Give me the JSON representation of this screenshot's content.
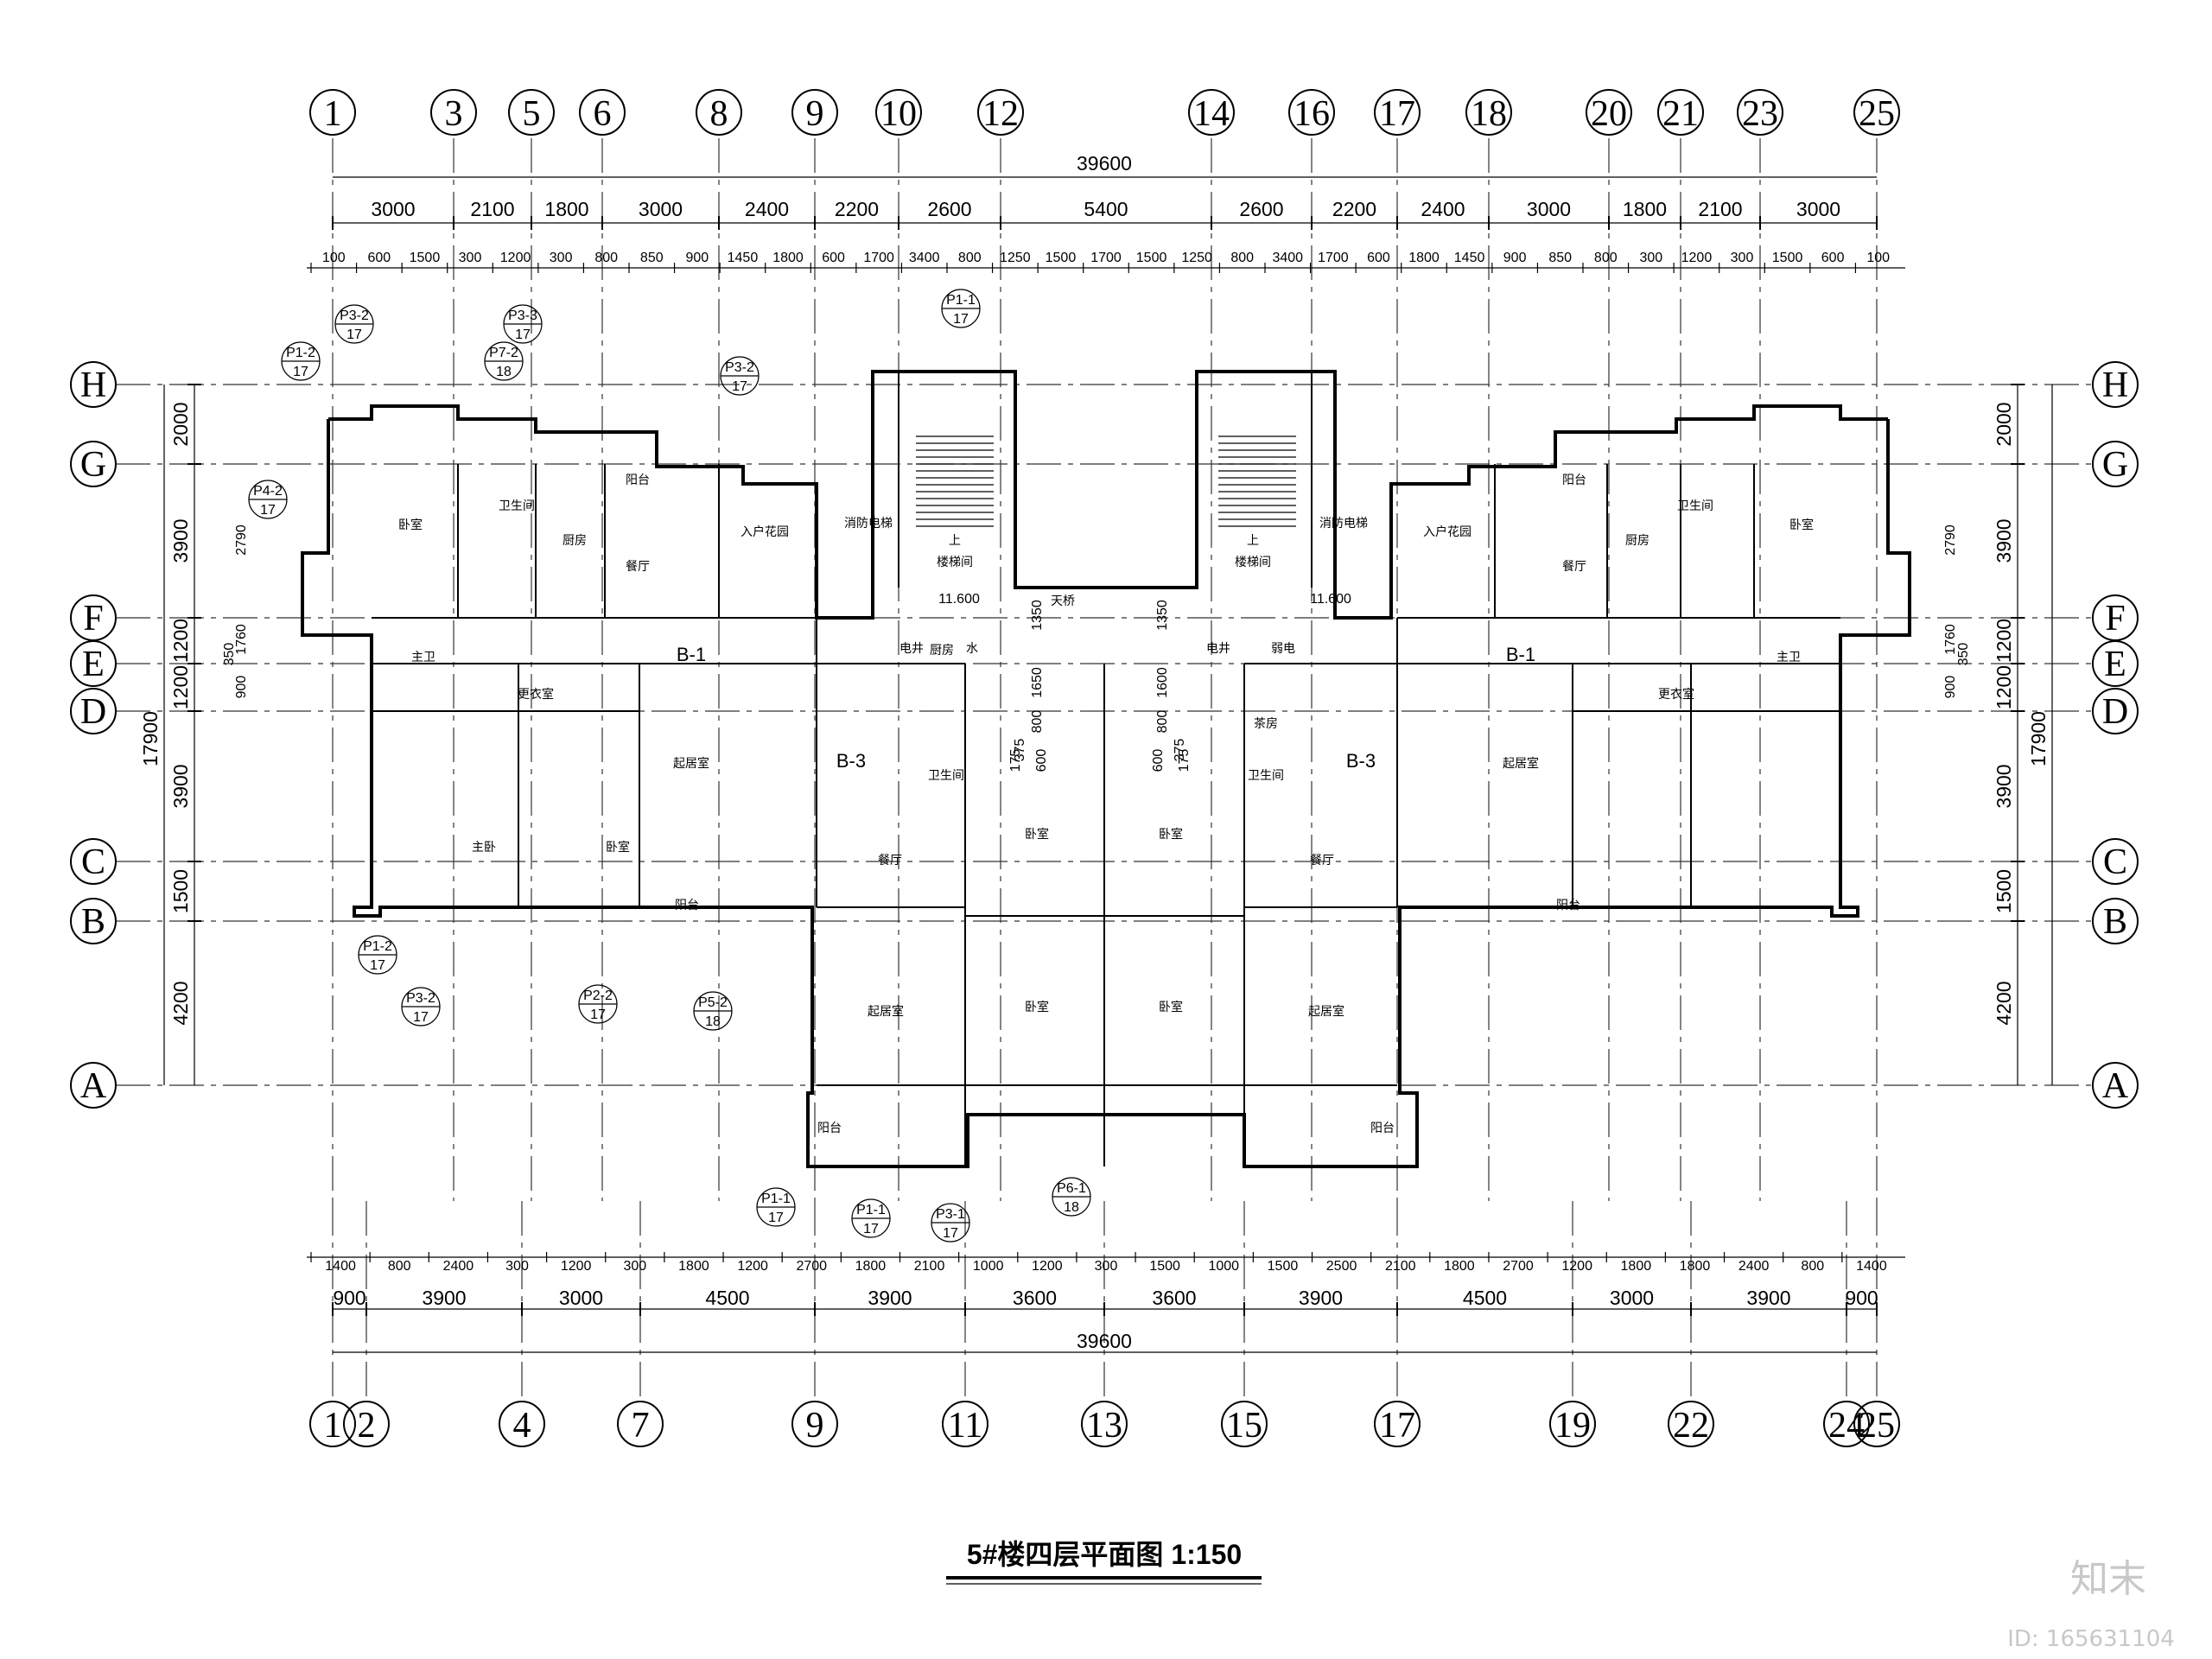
{
  "top_axes": [
    "1",
    "3",
    "5",
    "6",
    "8",
    "9",
    "10",
    "12",
    "14",
    "16",
    "17",
    "18",
    "20",
    "21",
    "23",
    "25"
  ],
  "bottom_axes": [
    "1",
    "2",
    "4",
    "7",
    "9",
    "11",
    "13",
    "15",
    "17",
    "19",
    "22",
    "24",
    "25"
  ],
  "left_axes": [
    "H",
    "G",
    "F",
    "E",
    "D",
    "C",
    "B",
    "A"
  ],
  "right_axes": [
    "H",
    "G",
    "F",
    "E",
    "D",
    "C",
    "B",
    "A"
  ],
  "top_overall": "39600",
  "top_dims": [
    "3000",
    "2100",
    "1800",
    "3000",
    "2400",
    "2200",
    "2600",
    "5400",
    "2600",
    "2200",
    "2400",
    "3000",
    "1800",
    "2100",
    "3000"
  ],
  "top_detail_dims": [
    "100",
    "600",
    "1500",
    "300",
    "1200",
    "300",
    "800",
    "850",
    "900",
    "1450",
    "1800",
    "600",
    "1700",
    "3400",
    "800",
    "1250",
    "1500",
    "1700",
    "1500",
    "1250",
    "800",
    "3400",
    "1700",
    "600",
    "1800",
    "1450",
    "900",
    "850",
    "800",
    "300",
    "1200",
    "300",
    "1500",
    "600",
    "100"
  ],
  "bottom_overall": "39600",
  "bottom_dims": [
    "900",
    "3900",
    "3000",
    "4500",
    "3900",
    "3600",
    "3600",
    "3900",
    "4500",
    "3000",
    "3900",
    "900"
  ],
  "bottom_detail_dims": [
    "1400",
    "800",
    "2400",
    "300",
    "1200",
    "300",
    "1800",
    "1200",
    "2700",
    "1800",
    "2100",
    "1000",
    "1200",
    "300",
    "1500",
    "1000",
    "1500",
    "2500",
    "2100",
    "1800",
    "2700",
    "1200",
    "1800",
    "1800",
    "2400",
    "800",
    "1400"
  ],
  "side_total": "17900",
  "side_dims": [
    "2000",
    "3900",
    "1200",
    "1200",
    "3900",
    "1500",
    "4200"
  ],
  "side_small_dims": [
    "2790",
    "1760",
    "350",
    "900"
  ],
  "rooms": {
    "bedroom": "卧室",
    "toilet": "卫生间",
    "kitchen": "厨房",
    "balcony": "阳台",
    "dining": "餐厅",
    "entry_garden": "入户花园",
    "fire_elevator": "消防电梯",
    "stair_hall": "楼梯间",
    "master_bath": "主卫",
    "closet": "更衣室",
    "living": "起居室",
    "master_bed": "主卧",
    "skylight": "天桥",
    "up": "上",
    "elec": "电井",
    "water": "水",
    "weak": "弱电",
    "tea": "茶房"
  },
  "zones": [
    "B-1",
    "B-3",
    "B-3",
    "B-1"
  ],
  "elevation": "11.600",
  "detail_refs": [
    "P3-2",
    "P3-3",
    "P1-2",
    "P7-2",
    "P3-2",
    "P1-1",
    "P4-2",
    "P1-2",
    "P3-2",
    "P2-2",
    "P5-2",
    "P1-1",
    "P1-1",
    "P3-1",
    "P6-1"
  ],
  "detail_sheets": [
    "17",
    "17",
    "17",
    "18",
    "17",
    "17",
    "17",
    "17",
    "17",
    "17",
    "18",
    "17",
    "17",
    "17",
    "18"
  ],
  "small_dims": [
    "1350",
    "1350",
    "1650",
    "1600",
    "800",
    "800",
    "375",
    "375",
    "600",
    "600",
    "175",
    "175"
  ],
  "title": "5#楼四层平面图 1:150",
  "watermark": "知末",
  "watermark_id": "ID: 165631104"
}
